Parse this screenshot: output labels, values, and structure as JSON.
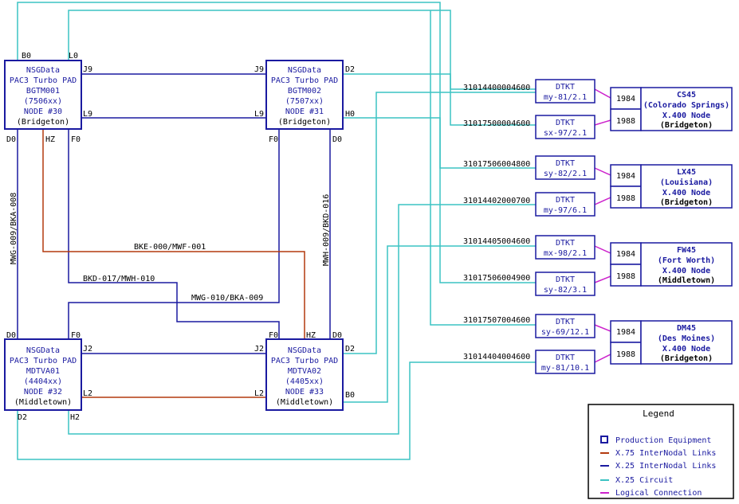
{
  "pads": [
    {
      "id": "pad30",
      "lines": [
        "NSGData",
        "PAC3 Turbo PAD",
        "BGTM001",
        "(7506xx)",
        "NODE #30",
        "(Bridgeton)"
      ]
    },
    {
      "id": "pad31",
      "lines": [
        "NSGData",
        "PAC3 Turbo PAD",
        "BGTM002",
        "(7507xx)",
        "NODE #31",
        "(Bridgeton)"
      ]
    },
    {
      "id": "pad32",
      "lines": [
        "NSGData",
        "PAC3 Turbo PAD",
        "MDTVA01",
        "(4404xx)",
        "NODE #32",
        "(Middletown)"
      ]
    },
    {
      "id": "pad33",
      "lines": [
        "NSGData",
        "PAC3 Turbo PAD",
        "MDTVA02",
        "(4405xx)",
        "NODE #33",
        "(Middletown)"
      ]
    }
  ],
  "ports": {
    "pad30": {
      "top_left": "B0",
      "top_right": "L0",
      "right_top": "J9",
      "right_bottom": "L9",
      "bottom_left": "D0",
      "bottom_mid": "HZ",
      "bottom_right": "F0"
    },
    "pad31": {
      "left_top": "J9",
      "left_bottom": "L9",
      "right_top": "D2",
      "right_bottom": "H0",
      "bottom_left": "F0",
      "bottom_right": "D0"
    },
    "pad32": {
      "top_left": "D0",
      "top_right": "F0",
      "right_top": "J2",
      "right_bottom": "L2",
      "bottom_left": "D2",
      "bottom_right": "H2"
    },
    "pad33": {
      "top_left": "F0",
      "top_mid": "HZ",
      "top_right": "D0",
      "left_top": "J2",
      "left_bottom": "L2",
      "right_top": "D2",
      "right_bottom": "B0"
    }
  },
  "internodal_labels": {
    "left_vertical": "MWG-009/BKA-008",
    "right_vertical": "MWH-009/BKD-016",
    "x75_link": "BKE-000/MWF-001",
    "link_bkd": "BKD-017/MWH-010",
    "link_mwg": "MWG-010/BKA-009"
  },
  "dtkts": [
    {
      "number": "31014400004600",
      "title": "DTKT",
      "id": "my-81/2.1"
    },
    {
      "number": "31017500004600",
      "title": "DTKT",
      "id": "sx-97/2.1"
    },
    {
      "number": "31017506004800",
      "title": "DTKT",
      "id": "sy-82/2.1"
    },
    {
      "number": "31014402000700",
      "title": "DTKT",
      "id": "my-97/6.1"
    },
    {
      "number": "31014405004600",
      "title": "DTKT",
      "id": "mx-98/2.1"
    },
    {
      "number": "31017506004900",
      "title": "DTKT",
      "id": "sy-82/3.1"
    },
    {
      "number": "31017507004600",
      "title": "DTKT",
      "id": "sy-69/12.1"
    },
    {
      "number": "31014404004600",
      "title": "DTKT",
      "id": "my-81/10.1"
    }
  ],
  "x400_nodes": [
    {
      "code": "CS45",
      "place": "(Colorado Springs)",
      "type": "X.400 Node",
      "site": "(Bridgeton)",
      "ports": [
        "1984",
        "1988"
      ]
    },
    {
      "code": "LX45",
      "place": "(Louisiana)",
      "type": "X.400 Node",
      "site": "(Bridgeton)",
      "ports": [
        "1984",
        "1988"
      ]
    },
    {
      "code": "FW45",
      "place": "(Fort Worth)",
      "type": "X.400 Node",
      "site": "(Middletown)",
      "ports": [
        "1984",
        "1988"
      ]
    },
    {
      "code": "DM45",
      "place": "(Des Moines)",
      "type": "X.400 Node",
      "site": "(Bridgeton)",
      "ports": [
        "1984",
        "1988"
      ]
    }
  ],
  "legend": {
    "title": "Legend",
    "items": [
      {
        "label": "Production Equipment",
        "color": "#1a1aa0",
        "kind": "box"
      },
      {
        "label": "X.75 InterNodal Links",
        "color": "#b33a0f",
        "kind": "line"
      },
      {
        "label": "X.25 InterNodal Links",
        "color": "#1a1aa0",
        "kind": "line"
      },
      {
        "label": "X.25 Circuit",
        "color": "#3cc3c3",
        "kind": "line"
      },
      {
        "label": "Logical Connection",
        "color": "#cc22cc",
        "kind": "line"
      }
    ]
  }
}
